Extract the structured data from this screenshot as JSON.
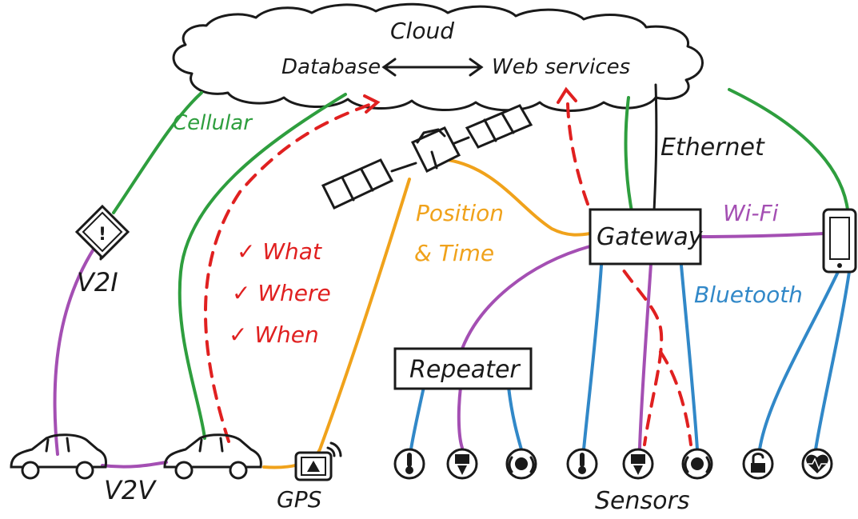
{
  "cloud": {
    "title": "Cloud",
    "database": "Database",
    "web_services": "Web services"
  },
  "links": {
    "cellular": "Cellular",
    "ethernet": "Ethernet",
    "wifi": "Wi-Fi",
    "bluetooth": "Bluetooth",
    "position_time_line1": "Position",
    "position_time_line2": "& Time",
    "v2i": "V2I",
    "v2v": "V2V"
  },
  "checklist": [
    "What",
    "Where",
    "When"
  ],
  "nodes": {
    "gateway": "Gateway",
    "repeater": "Repeater",
    "gps": "GPS",
    "sensors": "Sensors"
  },
  "colors": {
    "cellular": "#2e9e3e",
    "wifi": "#a44fb3",
    "bluetooth": "#3188c8",
    "position": "#f0a21b",
    "data_flow": "#e02020",
    "ethernet": "#1a1a1a"
  },
  "icons": [
    "warning-sign-icon",
    "satellite-icon",
    "car-icon",
    "gps-device-icon",
    "tablet-icon",
    "thermometer-icon",
    "meter-icon",
    "alarm-icon",
    "lock-icon",
    "heart-monitor-icon"
  ]
}
